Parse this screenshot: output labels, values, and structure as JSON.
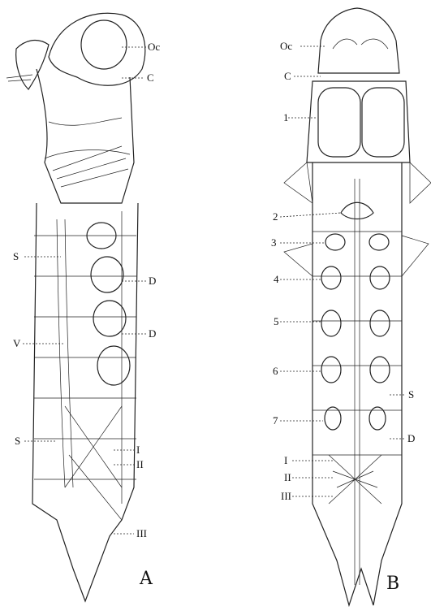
{
  "figure_a": {
    "labels": {
      "oc": "Oc",
      "c": "C",
      "s1": "S",
      "d1": "D",
      "v": "V",
      "d2": "D",
      "s2": "S",
      "r1": "I",
      "r2": "II",
      "r3": "III"
    },
    "letter": "A"
  },
  "figure_b": {
    "labels": {
      "oc": "Oc",
      "c": "C",
      "n1": "1",
      "n2": "2",
      "n3": "3",
      "n4": "4",
      "n5": "5",
      "n6": "6",
      "s": "S",
      "n7": "7",
      "d": "D",
      "r1": "I",
      "r2": "II",
      "r3": "III"
    },
    "letter": "B"
  }
}
